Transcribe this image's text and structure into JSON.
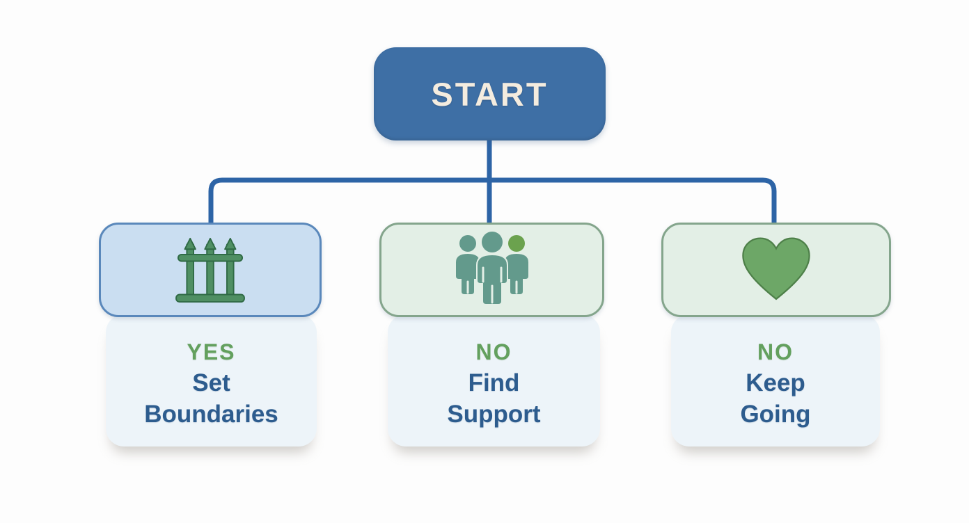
{
  "diagram_title": "START decision flowchart",
  "colors": {
    "background": "#fdfdfd",
    "start-fill": "#3e6fa5",
    "start-text": "#f4ecdf",
    "connector": "#2d64a6",
    "left-box-fill": "#cadef1",
    "left-box-border": "#5a88bb",
    "green-box-fill": "#e3efe6",
    "green-box-border": "#84a58c",
    "panel-fill": "#edf4f9",
    "decision-green": "#63a05e",
    "action-blue": "#2d5c8e",
    "fence-green": "#4f8f63",
    "fence-outline": "#2f6a45",
    "people-teal": "#639a8c",
    "people-accent-head": "#6ba24e",
    "heart-green": "#6da767",
    "heart-outline": "#4e8049"
  },
  "start": {
    "label": "START"
  },
  "branches": [
    {
      "icon": "fence-icon",
      "decision": "YES",
      "line1": "Set",
      "line2": "Boundaries"
    },
    {
      "icon": "people-icon",
      "decision": "NO",
      "line1": "Find",
      "line2": "Support"
    },
    {
      "icon": "heart-icon",
      "decision": "NO",
      "line1": "Keep",
      "line2": "Going"
    }
  ]
}
